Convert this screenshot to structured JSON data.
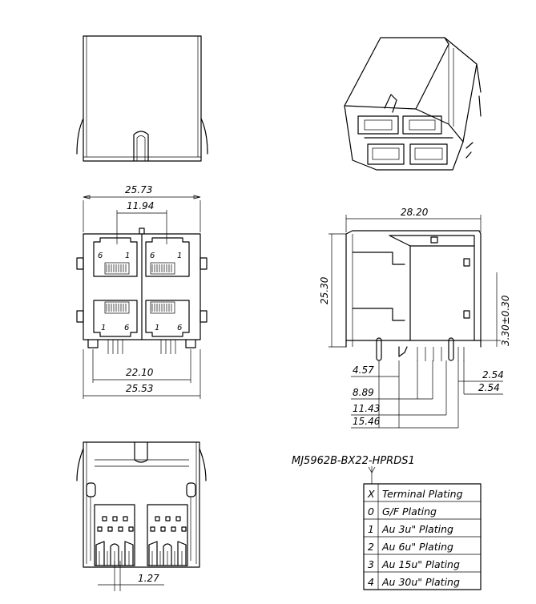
{
  "part_number": "MJ5962B-BX22-HPRDS1",
  "dimensions": {
    "front_overall_width": "25.73",
    "front_port_pitch": "11.94",
    "bottom_pin_span": "22.10",
    "bottom_body_width": "25.53",
    "side_depth": "28.20",
    "side_height": "25.30",
    "side_standoff": "3.30±0.30",
    "side_pin_4_57": "4.57",
    "side_pin_2_54_a": "2.54",
    "side_pin_2_54_b": "2.54",
    "side_pin_8_89": "8.89",
    "side_pin_11_43": "11.43",
    "side_pin_15_46": "15.46",
    "pin_pitch": "1.27"
  },
  "pin_labels": {
    "top_left": [
      "6",
      "1"
    ],
    "top_right": [
      "6",
      "1"
    ],
    "bottom_left": [
      "1",
      "6"
    ],
    "bottom_right": [
      "1",
      "6"
    ]
  },
  "plating_table": {
    "header": [
      "X",
      "Terminal Plating"
    ],
    "rows": [
      [
        "0",
        "G/F Plating"
      ],
      [
        "1",
        "Au 3u\" Plating"
      ],
      [
        "2",
        "Au 6u\" Plating"
      ],
      [
        "3",
        "Au 15u\" Plating"
      ],
      [
        "4",
        "Au 30u\" Plating"
      ]
    ]
  }
}
